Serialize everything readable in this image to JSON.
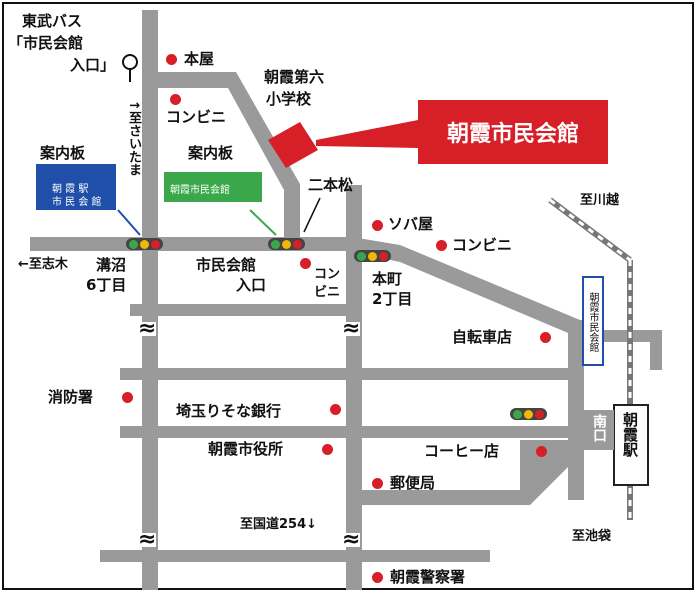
{
  "title_box": {
    "label": "朝霞市民会館"
  },
  "bus_stop": {
    "line1": "東武バス",
    "line2": "「市民会館",
    "line3": "入口」"
  },
  "directions": {
    "to_saitama": "↑至さいたま",
    "to_shiki": "←至志木",
    "to_kawagoe": "至川越",
    "to_ikebukuro": "至池袋",
    "to_route254": "至国道254↓"
  },
  "intersections": {
    "mizonuma_1": "溝沼",
    "mizonuma_2": "6丁目",
    "hall_entrance_1": "市民会館",
    "hall_entrance_2": "入口",
    "honcho_1": "本町",
    "honcho_2": "2丁目",
    "nihonmatsu": "二本松"
  },
  "signboards": [
    {
      "title": "案内板",
      "text": "朝 霞 駅\n市 民 会 館"
    },
    {
      "title": "案内板",
      "text": "朝霞市民会館"
    },
    {
      "text": "朝霞市民会館"
    }
  ],
  "landmarks": {
    "hon_ya": "本屋",
    "konbini_1": "コンビニ",
    "school_1": "朝霞第六",
    "school_2": "小学校",
    "soba_ya": "ソバ屋",
    "konbini_2": "コンビニ",
    "konbini_3_1": "コン",
    "konbini_3_2": "ビニ",
    "bicycle_shop": "自転車店",
    "fire_station": "消防署",
    "bank": "埼玉りそな銀行",
    "city_hall": "朝霞市役所",
    "coffee_shop": "コーヒー店",
    "post_office": "郵便局",
    "police": "朝霞警察署"
  },
  "station": {
    "name": "朝霞駅",
    "exit": "南口"
  },
  "colors": {
    "road": "#9a9a9a",
    "accent": "#d61f26",
    "sign_blue": "#1f4fa8",
    "sign_green": "#3aa84a"
  }
}
